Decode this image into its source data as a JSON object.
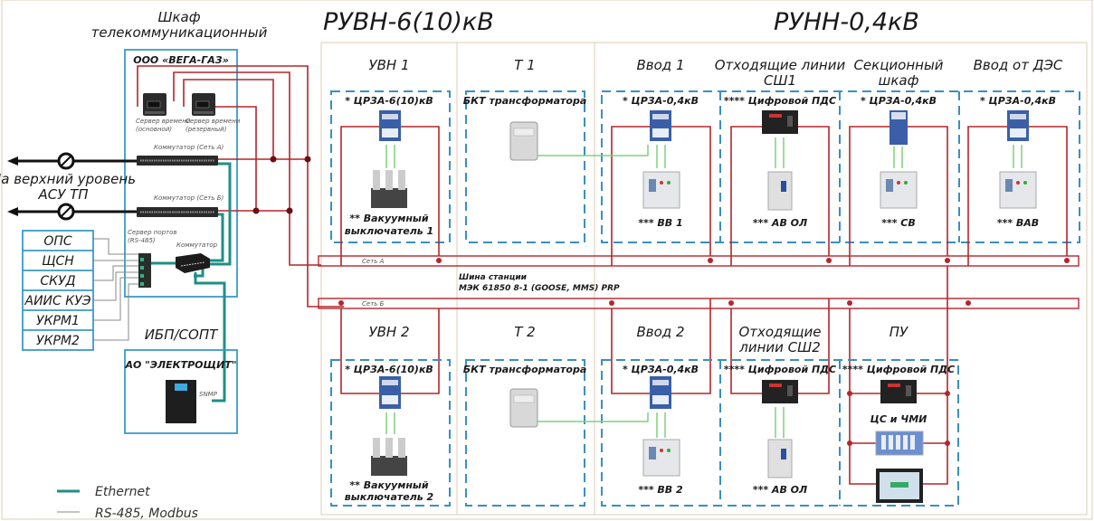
{
  "titles": {
    "rvn": "РУВН-6(10)кВ",
    "rnn": "РУНН-0,4кВ"
  },
  "telecom_cabinet": {
    "title_line1": "Шкаф",
    "title_line2": "телекоммуникационный",
    "company": "ООО «ВЕГА-ГАЗ»",
    "time_server_main_1": "Сервер времени",
    "time_server_main_2": "(основной)",
    "time_server_reserve_1": "Сервер времени",
    "time_server_reserve_2": "(резервный)",
    "switch_a": "Коммутатор (Сеть А)",
    "switch_b": "Коммутатор (Сеть Б)",
    "port_server_1": "Сервер портов",
    "port_server_2": "(RS-485)",
    "switch": "Коммутатор"
  },
  "upper_level": {
    "line1": "На верхний уровень",
    "line2": "АСУ ТП"
  },
  "subsystems": [
    "ОПС",
    "ЩСН",
    "СКУД",
    "АИИС КУЭ",
    "УКРМ1",
    "УКРМ2"
  ],
  "ups": {
    "title": "ИБП/СОПТ",
    "company": "АО \"ЭЛЕКТРОЩИТ\"",
    "protocol": "SNMP"
  },
  "legend": [
    {
      "label": "Ethernet",
      "color": "#1f8f86"
    },
    {
      "label": "RS-485, Modbus",
      "color": "#888888"
    }
  ],
  "station_bus": {
    "net_a": "Сеть А",
    "net_b": "Сеть Б",
    "label_line1": "Шина станции",
    "label_line2": "МЭК 61850 8-1 (GOOSE, MMS) PRP"
  },
  "top_row": [
    {
      "title": "УВН 1",
      "device": "* ЦРЗА-6(10)кВ",
      "sub": "** Вакуумный",
      "sub2": "выключатель 1"
    },
    {
      "title": "Т 1",
      "device": "БКТ трансформатора"
    },
    {
      "title": "Ввод 1",
      "device": "* ЦРЗА-0,4кВ",
      "sub": "*** ВВ 1"
    },
    {
      "title": "Отходящие линии",
      "title2": "СШ1",
      "device": "**** Цифровой ПДС",
      "sub": "*** АВ ОЛ"
    },
    {
      "title": "Секционный",
      "title2": "шкаф",
      "device": "* ЦРЗА-0,4кВ",
      "sub": "*** СВ"
    },
    {
      "title": "Ввод от ДЭС",
      "device": "* ЦРЗА-0,4кВ",
      "sub": "*** ВАВ"
    }
  ],
  "bottom_row": [
    {
      "title": "УВН 2",
      "device": "* ЦРЗА-6(10)кВ",
      "sub": "** Вакуумный",
      "sub2": "выключатель 2"
    },
    {
      "title": "Т 2",
      "device": "БКТ трансформатора"
    },
    {
      "title": "Ввод 2",
      "device": "* ЦРЗА-0,4кВ",
      "sub": "*** ВВ 2"
    },
    {
      "title": "Отходящие",
      "title2": "линии СШ2",
      "device": "**** Цифровой ПДС",
      "sub": "*** АВ ОЛ"
    },
    {
      "title": "ПУ",
      "device": "**** Цифровой ПДС",
      "sub": "ЦС и ЧМИ"
    }
  ]
}
